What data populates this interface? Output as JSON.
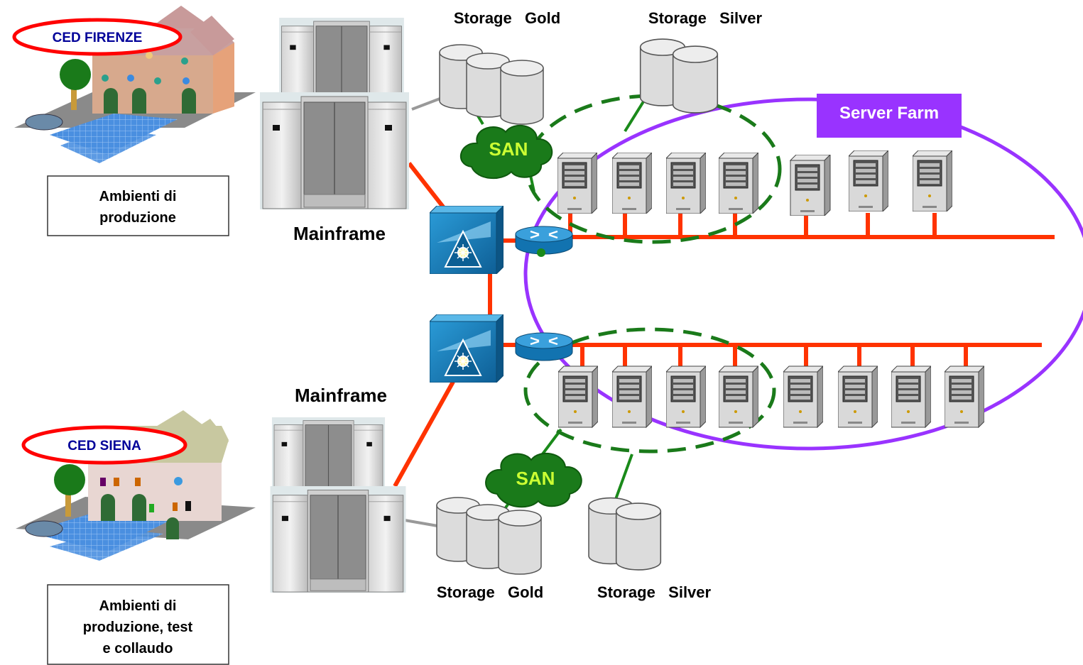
{
  "sites": [
    {
      "name": "CED FIRENZE",
      "description_lines": [
        "Ambienti di",
        "produzione"
      ]
    },
    {
      "name": "CED SIENA",
      "description_lines": [
        "Ambienti di",
        "produzione, test",
        "e collaudo"
      ]
    }
  ],
  "mainframe_labels": [
    "Mainframe",
    "Mainframe"
  ],
  "storage_top": {
    "gold": "Storage   Gold",
    "silver": "Storage   Silver"
  },
  "storage_bottom": {
    "gold": "Storage   Gold",
    "silver": "Storage   Silver"
  },
  "san_labels": [
    "SAN",
    "SAN"
  ],
  "server_farm_label": "Server Farm",
  "colors": {
    "link": "#ff3300",
    "server_farm": "#9933ff",
    "san_cloud": "#1a7a1a",
    "san_text": "#ccff33",
    "site_oval": "#ff0000",
    "site_text": "#000099",
    "switch": "#1a75b3"
  }
}
